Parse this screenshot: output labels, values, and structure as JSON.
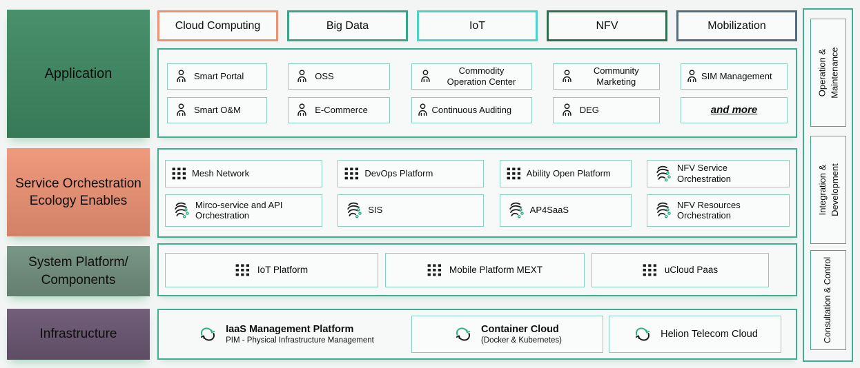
{
  "palette": {
    "page_bg": "#f2f5f4",
    "outer_border": "#3fae92",
    "item_border": "#85cfc0",
    "accent_green": "#2fae7e",
    "text": "#0d0d0d"
  },
  "left_labels": [
    {
      "label": "Application",
      "bg": "#3f8a64"
    },
    {
      "label": "Service Orchestration Ecology Enables",
      "bg": "#ef9476"
    },
    {
      "label": "System Platform/ Components",
      "bg": "#72907f"
    },
    {
      "label": "Infrastructure",
      "bg": "#6b5672"
    }
  ],
  "domain_chips": [
    {
      "label": "Cloud Computing",
      "border": "#ec9271"
    },
    {
      "label": "Big Data",
      "border": "#3ba388"
    },
    {
      "label": "IoT",
      "border": "#4dd2c8"
    },
    {
      "label": "NFV",
      "border": "#2f6c50"
    },
    {
      "label": "Mobilization",
      "border": "#566a79"
    }
  ],
  "application": {
    "items": [
      {
        "label": "Smart Portal"
      },
      {
        "label": "OSS"
      },
      {
        "label": "Commodity Operation Center"
      },
      {
        "label": "Community Marketing"
      },
      {
        "label": "SIM Management"
      },
      {
        "label": "Smart O&M"
      },
      {
        "label": "E-Commerce"
      },
      {
        "label": "Continuous Auditing"
      },
      {
        "label": "DEG"
      },
      {
        "label": "and more"
      }
    ]
  },
  "service_orchestration": {
    "items": [
      {
        "label": "Mesh Network",
        "icon": "grid"
      },
      {
        "label": "DevOps Platform",
        "icon": "grid"
      },
      {
        "label": "Ability Open Platform",
        "icon": "grid"
      },
      {
        "label": "NFV Service Orchestration",
        "icon": "flow"
      },
      {
        "label": "Mirco-service and API Orchestration",
        "icon": "flow"
      },
      {
        "label": "SIS",
        "icon": "flow"
      },
      {
        "label": "AP4SaaS",
        "icon": "flow"
      },
      {
        "label": "NFV Resources Orchestration",
        "icon": "flow"
      }
    ]
  },
  "system_platform": {
    "items": [
      {
        "label": "IoT Platform"
      },
      {
        "label": "Mobile Platform MEXT"
      },
      {
        "label": "uCloud Paas"
      }
    ]
  },
  "infrastructure": {
    "items": [
      {
        "title": "IaaS Management Platform",
        "subtitle": "PIM - Physical Infrastructure Management"
      },
      {
        "title": "Container Cloud",
        "subtitle": "(Docker & Kubernetes)"
      },
      {
        "title": "Helion Telecom Cloud",
        "subtitle": ""
      }
    ]
  },
  "right_labels": [
    "Operation &\nMaintenance",
    "Integration &\nDevelopment",
    "Consultation & Control"
  ]
}
